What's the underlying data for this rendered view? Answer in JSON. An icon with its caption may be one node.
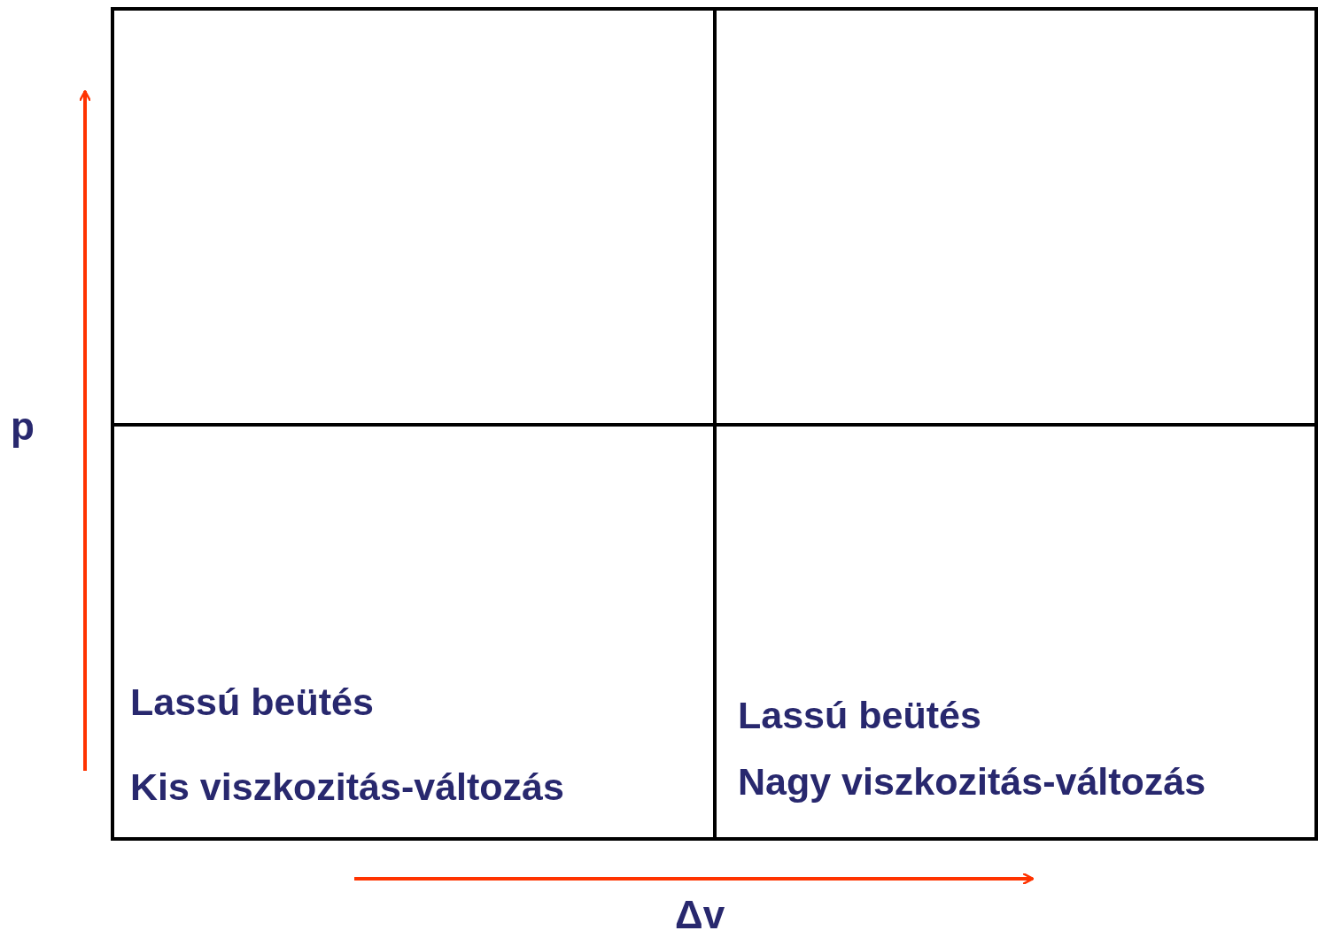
{
  "diagram": {
    "nodes": [
      {
        "text": [],
        "shape": "box"
      },
      {
        "text": [],
        "shape": "box"
      },
      {
        "text": [
          "Lassú beütés",
          "Kis viszkozitás-változás"
        ]
      },
      {
        "text": [
          "Lassú beütés",
          "Nagy viszkozitás-változás"
        ]
      }
    ],
    "labels": [
      "p",
      "Δv"
    ]
  }
}
